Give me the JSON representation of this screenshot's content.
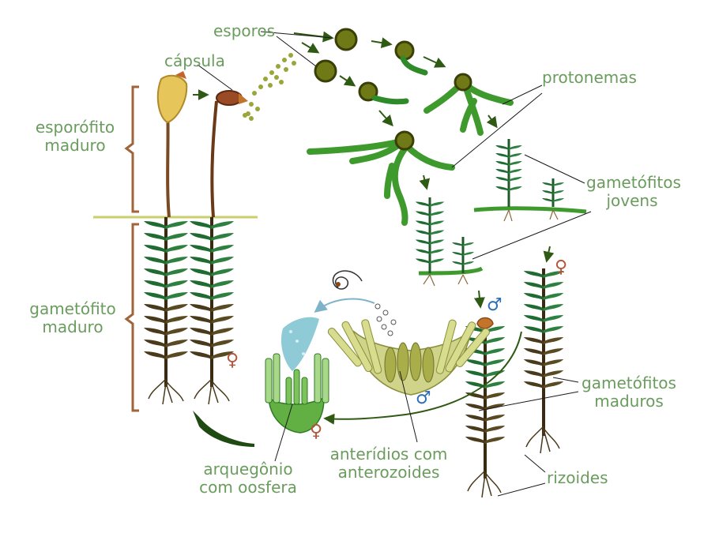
{
  "labels": {
    "esporos": "esporos",
    "capsula": "cápsula",
    "protonemas": "protonemas",
    "esporofito_line1": "esporófito",
    "esporofito_line2": "maduro",
    "gametofito_line1": "gametófito",
    "gametofito_line2": "maduro",
    "gametofitos_jovens_line1": "gametófitos",
    "gametofitos_jovens_line2": "jovens",
    "gametofitos_maduros_line1": "gametófitos",
    "gametofitos_maduros_line2": "maduros",
    "rizoides": "rizoides",
    "arquegonio_line1": "arquegônio",
    "arquegonio_line2": "com oosfera",
    "anteridios_line1": "anterídios com",
    "anteridios_line2": "anterozoides"
  },
  "symbols": {
    "female": "♀",
    "male": "♂"
  },
  "colors": {
    "label_text": "#6a9c5d",
    "bracket": "#a0643a",
    "ground_line": "#c9cf6a",
    "leaf_dark": "#1f6b32",
    "leaf_light": "#4a9a3a",
    "stem_brown": "#5a3a1c",
    "spore": "#7a8a1a",
    "protonema": "#3f9a2e",
    "tissue_yellow": "#cfd48a",
    "arrow": "#2f5a14",
    "female_symbol": "#b5553a",
    "male_symbol": "#2d6fb7"
  }
}
